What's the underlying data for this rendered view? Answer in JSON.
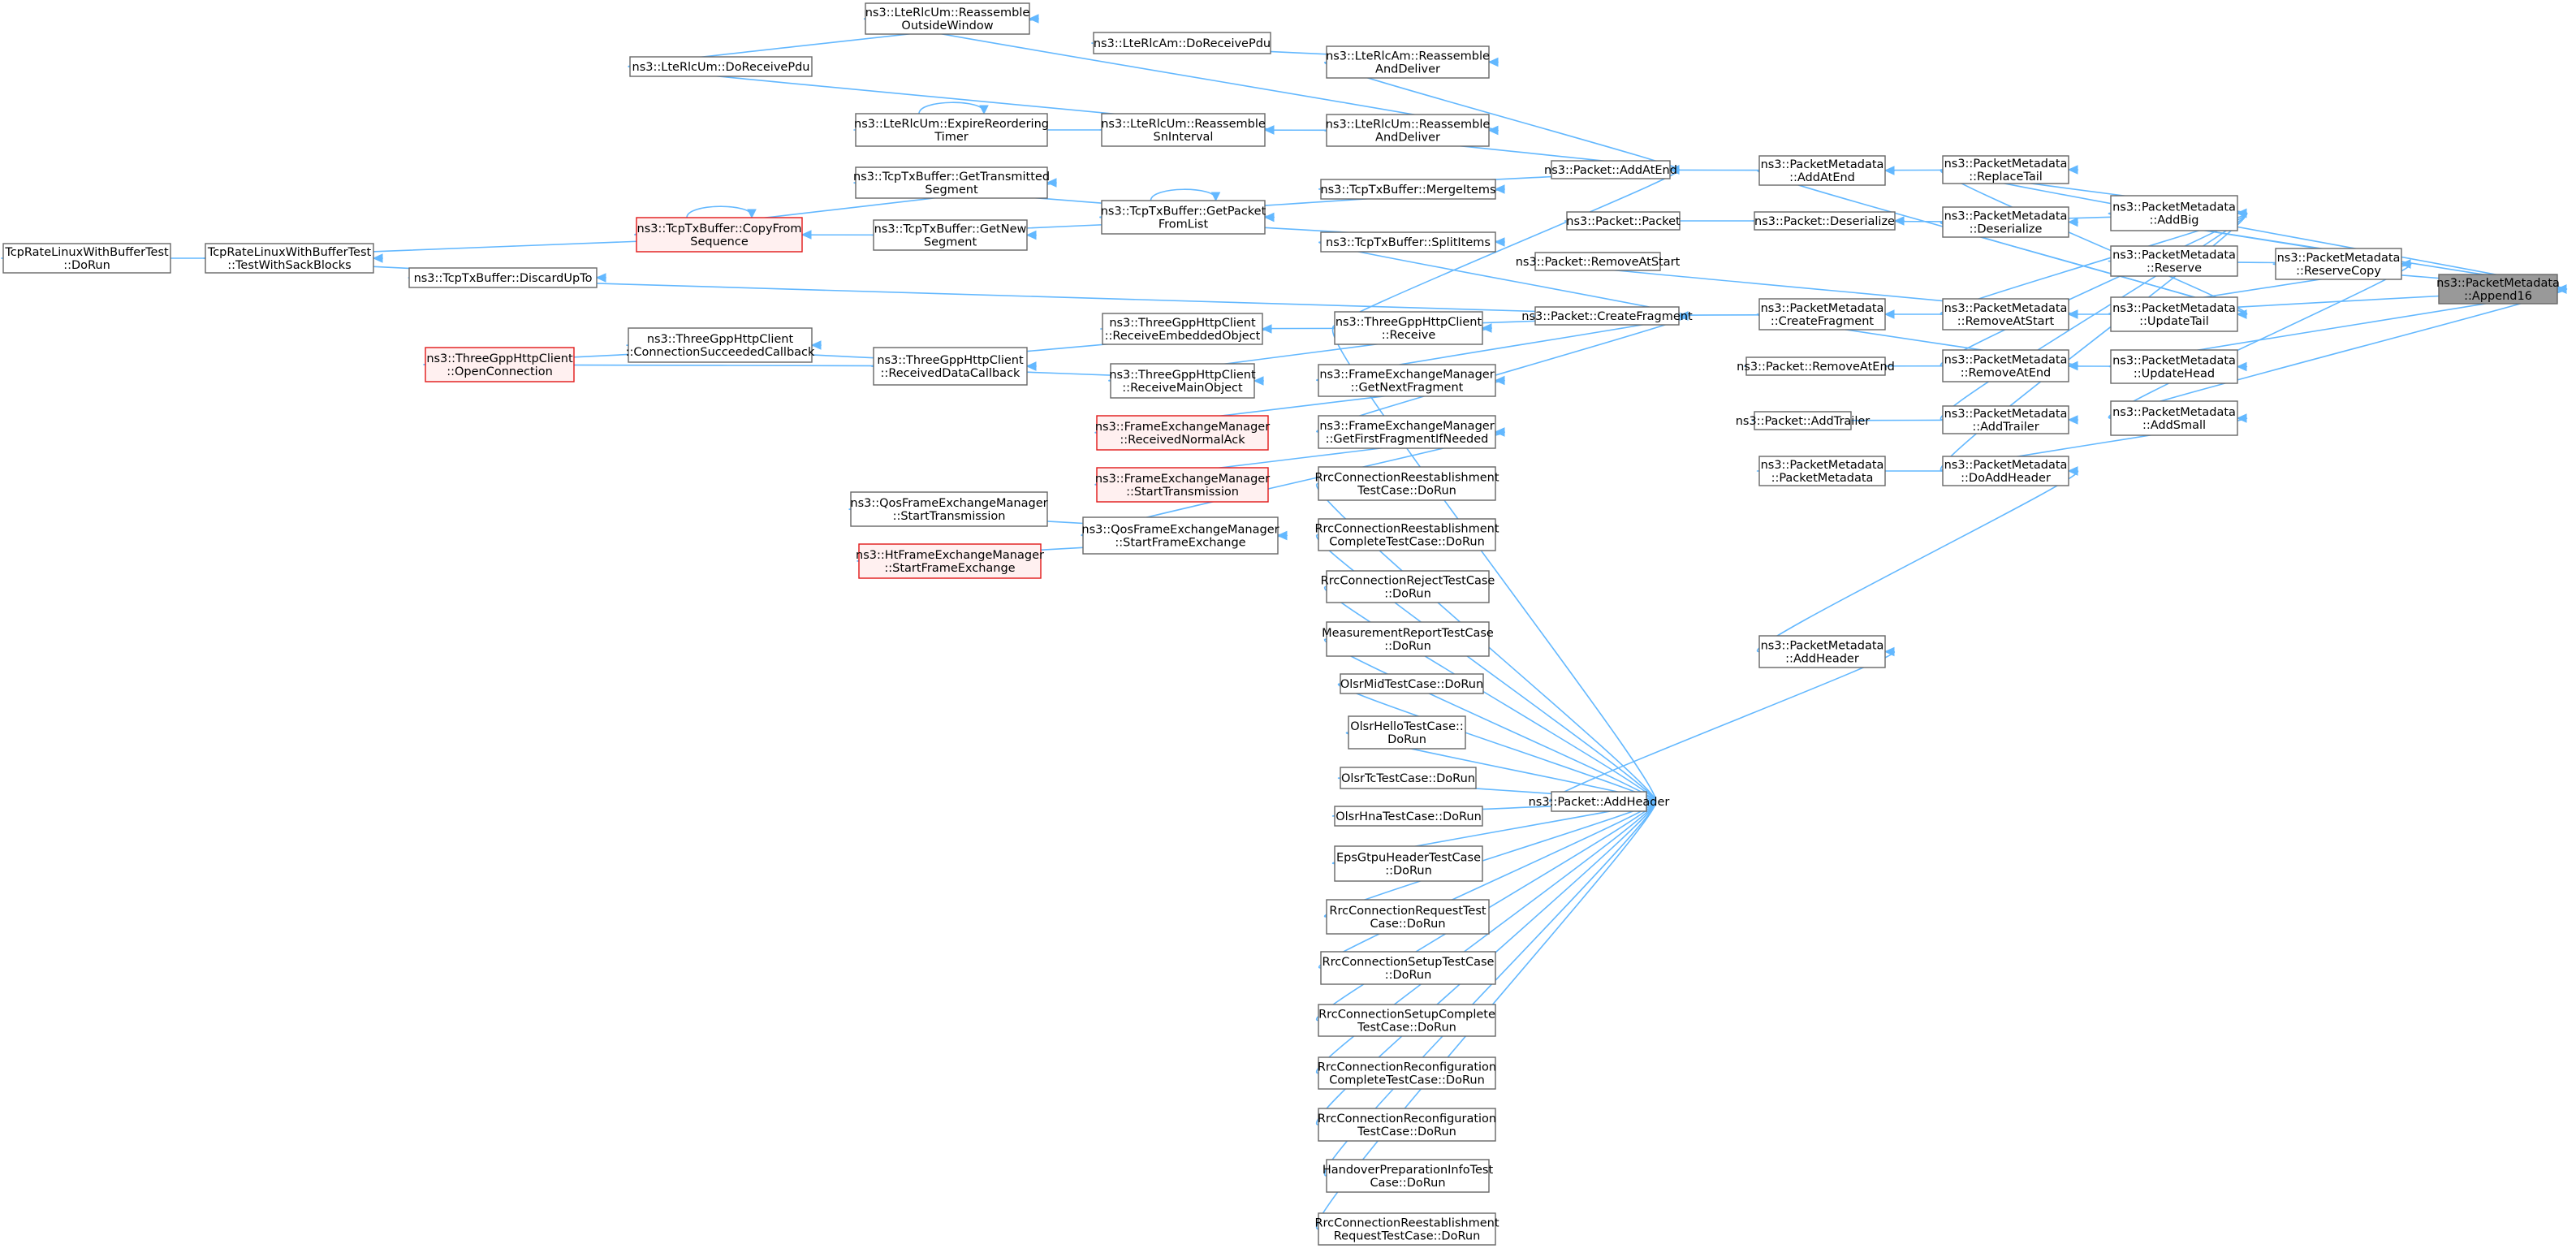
{
  "colors": {
    "edge": "#63b8ff",
    "border": "#666666",
    "red_border": "#e01818",
    "red_fill": "#fff0f0",
    "current_fill": "#999999"
  },
  "nodes": [
    {
      "id": "append16",
      "l1": "ns3::PacketMetadata",
      "l2": "::Append16",
      "style": "current"
    },
    {
      "id": "replacetail",
      "l1": "ns3::PacketMetadata",
      "l2": "::ReplaceTail"
    },
    {
      "id": "addbig",
      "l1": "ns3::PacketMetadata",
      "l2": "::AddBig"
    },
    {
      "id": "reservecopy",
      "l1": "ns3::PacketMetadata",
      "l2": "::ReserveCopy"
    },
    {
      "id": "reserve",
      "l1": "ns3::PacketMetadata",
      "l2": "::Reserve"
    },
    {
      "id": "updatetail",
      "l1": "ns3::PacketMetadata",
      "l2": "::UpdateTail"
    },
    {
      "id": "updatehead",
      "l1": "ns3::PacketMetadata",
      "l2": "::UpdateHead"
    },
    {
      "id": "addsmall",
      "l1": "ns3::PacketMetadata",
      "l2": "::AddSmall"
    },
    {
      "id": "pm_addatend",
      "l1": "ns3::PacketMetadata",
      "l2": "::AddAtEnd"
    },
    {
      "id": "pm_deserialize",
      "l1": "ns3::PacketMetadata",
      "l2": "::Deserialize"
    },
    {
      "id": "removeatstart",
      "l1": "ns3::PacketMetadata",
      "l2": "::RemoveAtStart"
    },
    {
      "id": "removeatend",
      "l1": "ns3::PacketMetadata",
      "l2": "::RemoveAtEnd"
    },
    {
      "id": "pm_addtrailer",
      "l1": "ns3::PacketMetadata",
      "l2": "::AddTrailer"
    },
    {
      "id": "doaddheader",
      "l1": "ns3::PacketMetadata",
      "l2": "::DoAddHeader"
    },
    {
      "id": "pm_createfragment",
      "l1": "ns3::PacketMetadata",
      "l2": "::CreateFragment"
    },
    {
      "id": "pm_packetmetadata",
      "l1": "ns3::PacketMetadata",
      "l2": "::PacketMetadata"
    },
    {
      "id": "pm_addheader",
      "l1": "ns3::PacketMetadata",
      "l2": "::AddHeader"
    },
    {
      "id": "p_addatend",
      "l1": "ns3::Packet::AddAtEnd",
      "l2": ""
    },
    {
      "id": "p_packet",
      "l1": "ns3::Packet::Packet",
      "l2": ""
    },
    {
      "id": "p_deserialize",
      "l1": "ns3::Packet::Deserialize",
      "l2": ""
    },
    {
      "id": "p_removeatstart",
      "l1": "ns3::Packet::RemoveAtStart",
      "l2": ""
    },
    {
      "id": "p_createfragment",
      "l1": "ns3::Packet::CreateFragment",
      "l2": ""
    },
    {
      "id": "p_removeatend",
      "l1": "ns3::Packet::RemoveAtEnd",
      "l2": ""
    },
    {
      "id": "p_addtrailer",
      "l1": "ns3::Packet::AddTrailer",
      "l2": ""
    },
    {
      "id": "p_addheader",
      "l1": "ns3::Packet::AddHeader",
      "l2": ""
    },
    {
      "id": "rlcam_reassemble",
      "l1": "ns3::LteRlcAm::Reassemble",
      "l2": "AndDeliver"
    },
    {
      "id": "rlcum_reassemble",
      "l1": "ns3::LteRlcUm::Reassemble",
      "l2": "AndDeliver"
    },
    {
      "id": "rlcam_doreceive",
      "l1": "ns3::LteRlcAm::DoReceivePdu",
      "l2": ""
    },
    {
      "id": "rlcum_outside",
      "l1": "ns3::LteRlcUm::Reassemble",
      "l2": "OutsideWindow"
    },
    {
      "id": "rlcum_doreceive",
      "l1": "ns3::LteRlcUm::DoReceivePdu",
      "l2": ""
    },
    {
      "id": "rlcum_expire",
      "l1": "ns3::LteRlcUm::ExpireReordering",
      "l2": "Timer"
    },
    {
      "id": "rlcum_sninterval",
      "l1": "ns3::LteRlcUm::Reassemble",
      "l2": "SnInterval"
    },
    {
      "id": "tcp_mergeitems",
      "l1": "ns3::TcpTxBuffer::MergeItems",
      "l2": ""
    },
    {
      "id": "tcp_splititems",
      "l1": "ns3::TcpTxBuffer::SplitItems",
      "l2": ""
    },
    {
      "id": "tcp_getpacket",
      "l1": "ns3::TcpTxBuffer::GetPacket",
      "l2": "FromList"
    },
    {
      "id": "tcp_gettransmitted",
      "l1": "ns3::TcpTxBuffer::GetTransmitted",
      "l2": "Segment"
    },
    {
      "id": "tcp_getnew",
      "l1": "ns3::TcpTxBuffer::GetNew",
      "l2": "Segment"
    },
    {
      "id": "tcp_copyfrom",
      "l1": "ns3::TcpTxBuffer::CopyFrom",
      "l2": "Sequence",
      "style": "red"
    },
    {
      "id": "tcp_discard",
      "l1": "ns3::TcpTxBuffer::DiscardUpTo",
      "l2": ""
    },
    {
      "id": "tcprate_sack",
      "l1": "TcpRateLinuxWithBufferTest",
      "l2": "::TestWithSackBlocks"
    },
    {
      "id": "tcprate_dorun",
      "l1": "TcpRateLinuxWithBufferTest",
      "l2": "::DoRun"
    },
    {
      "id": "http_receive",
      "l1": "ns3::ThreeGppHttpClient",
      "l2": "::Receive"
    },
    {
      "id": "http_embedded",
      "l1": "ns3::ThreeGppHttpClient",
      "l2": "::ReceiveEmbeddedObject"
    },
    {
      "id": "http_main",
      "l1": "ns3::ThreeGppHttpClient",
      "l2": "::ReceiveMainObject"
    },
    {
      "id": "http_datacb",
      "l1": "ns3::ThreeGppHttpClient",
      "l2": "::ReceivedDataCallback"
    },
    {
      "id": "http_connsucc",
      "l1": "ns3::ThreeGppHttpClient",
      "l2": "::ConnectionSucceededCallback"
    },
    {
      "id": "http_open",
      "l1": "ns3::ThreeGppHttpClient",
      "l2": "::OpenConnection",
      "style": "red"
    },
    {
      "id": "fem_getnext",
      "l1": "ns3::FrameExchangeManager",
      "l2": "::GetNextFragment"
    },
    {
      "id": "fem_getfirst",
      "l1": "ns3::FrameExchangeManager",
      "l2": "::GetFirstFragmentIfNeeded"
    },
    {
      "id": "fem_normalack",
      "l1": "ns3::FrameExchangeManager",
      "l2": "::ReceivedNormalAck",
      "style": "red"
    },
    {
      "id": "fem_starttx",
      "l1": "ns3::FrameExchangeManager",
      "l2": "::StartTransmission",
      "style": "red"
    },
    {
      "id": "qos_startfe",
      "l1": "ns3::QosFrameExchangeManager",
      "l2": "::StartFrameExchange"
    },
    {
      "id": "qos_starttx",
      "l1": "ns3::QosFrameExchangeManager",
      "l2": "::StartTransmission"
    },
    {
      "id": "ht_startfe",
      "l1": "ns3::HtFrameExchangeManager",
      "l2": "::StartFrameExchange",
      "style": "red"
    },
    {
      "id": "t1",
      "l1": "RrcConnectionReestablishment",
      "l2": "TestCase::DoRun"
    },
    {
      "id": "t2",
      "l1": "RrcConnectionReestablishment",
      "l2": "CompleteTestCase::DoRun"
    },
    {
      "id": "t3",
      "l1": "RrcConnectionRejectTestCase",
      "l2": "::DoRun"
    },
    {
      "id": "t4",
      "l1": "MeasurementReportTestCase",
      "l2": "::DoRun"
    },
    {
      "id": "t5",
      "l1": "OlsrMidTestCase::DoRun",
      "l2": ""
    },
    {
      "id": "t6",
      "l1": "OlsrHelloTestCase::",
      "l2": "DoRun"
    },
    {
      "id": "t7",
      "l1": "OlsrTcTestCase::DoRun",
      "l2": ""
    },
    {
      "id": "t8",
      "l1": "OlsrHnaTestCase::DoRun",
      "l2": ""
    },
    {
      "id": "t9",
      "l1": "EpsGtpuHeaderTestCase",
      "l2": "::DoRun"
    },
    {
      "id": "t10",
      "l1": "RrcConnectionRequestTest",
      "l2": "Case::DoRun"
    },
    {
      "id": "t11",
      "l1": "RrcConnectionSetupTestCase",
      "l2": "::DoRun"
    },
    {
      "id": "t12",
      "l1": "RrcConnectionSetupComplete",
      "l2": "TestCase::DoRun"
    },
    {
      "id": "t13",
      "l1": "RrcConnectionReconfiguration",
      "l2": "CompleteTestCase::DoRun"
    },
    {
      "id": "t14",
      "l1": "RrcConnectionReconfiguration",
      "l2": "TestCase::DoRun"
    },
    {
      "id": "t15",
      "l1": "HandoverPreparationInfoTest",
      "l2": "Case::DoRun"
    },
    {
      "id": "t16",
      "l1": "RrcConnectionReestablishment",
      "l2": "RequestTestCase::DoRun"
    }
  ],
  "edges": [
    [
      "replacetail",
      "append16"
    ],
    [
      "addbig",
      "append16"
    ],
    [
      "reservecopy",
      "append16"
    ],
    [
      "updatetail",
      "append16"
    ],
    [
      "updatehead",
      "append16"
    ],
    [
      "addsmall",
      "append16"
    ],
    [
      "reserve",
      "reservecopy"
    ],
    [
      "addbig",
      "reservecopy"
    ],
    [
      "updatetail",
      "reservecopy"
    ],
    [
      "addsmall",
      "reservecopy"
    ],
    [
      "pm_addatend",
      "replacetail"
    ],
    [
      "pm_addatend",
      "updatetail"
    ],
    [
      "replacetail",
      "addbig"
    ],
    [
      "pm_deserialize",
      "addbig"
    ],
    [
      "removeatstart",
      "addbig"
    ],
    [
      "removeatend",
      "addbig"
    ],
    [
      "pm_addtrailer",
      "addbig"
    ],
    [
      "doaddheader",
      "addbig"
    ],
    [
      "pm_deserialize",
      "updatetail"
    ],
    [
      "removeatstart",
      "updatetail"
    ],
    [
      "replacetail",
      "updatetail"
    ],
    [
      "removeatend",
      "updatehead"
    ],
    [
      "doaddheader",
      "addsmall"
    ],
    [
      "p_addatend",
      "pm_addatend"
    ],
    [
      "p_deserialize",
      "pm_deserialize"
    ],
    [
      "p_packet",
      "p_deserialize"
    ],
    [
      "p_removeatstart",
      "removeatstart"
    ],
    [
      "pm_createfragment",
      "removeatstart"
    ],
    [
      "pm_createfragment",
      "removeatend"
    ],
    [
      "p_createfragment",
      "pm_createfragment"
    ],
    [
      "p_removeatend",
      "removeatend"
    ],
    [
      "p_addtrailer",
      "pm_addtrailer"
    ],
    [
      "pm_packetmetadata",
      "doaddheader"
    ],
    [
      "pm_addheader",
      "doaddheader"
    ],
    [
      "p_addheader",
      "pm_addheader"
    ],
    [
      "rlcam_reassemble",
      "p_addatend"
    ],
    [
      "rlcum_reassemble",
      "p_addatend"
    ],
    [
      "tcp_mergeitems",
      "p_addatend"
    ],
    [
      "http_receive",
      "p_addatend"
    ],
    [
      "rlcam_doreceive",
      "rlcam_reassemble"
    ],
    [
      "rlcum_outside",
      "rlcum_reassemble"
    ],
    [
      "rlcum_sninterval",
      "rlcum_reassemble"
    ],
    [
      "rlcum_doreceive",
      "rlcum_outside"
    ],
    [
      "rlcum_doreceive",
      "rlcum_sninterval"
    ],
    [
      "rlcum_expire",
      "rlcum_sninterval"
    ],
    [
      "rlcum_expire",
      "rlcum_expire"
    ],
    [
      "tcp_splititems",
      "p_createfragment"
    ],
    [
      "tcp_discard",
      "p_createfragment"
    ],
    [
      "http_receive",
      "p_createfragment"
    ],
    [
      "fem_getnext",
      "p_createfragment"
    ],
    [
      "fem_getfirst",
      "p_createfragment"
    ],
    [
      "tcp_getpacket",
      "tcp_mergeitems"
    ],
    [
      "tcp_getpacket",
      "tcp_splititems"
    ],
    [
      "tcp_getpacket",
      "tcp_getpacket"
    ],
    [
      "tcp_gettransmitted",
      "tcp_getpacket"
    ],
    [
      "tcp_getnew",
      "tcp_getpacket"
    ],
    [
      "tcp_copyfrom",
      "tcp_gettransmitted"
    ],
    [
      "tcp_copyfrom",
      "tcp_getnew"
    ],
    [
      "tcp_copyfrom",
      "tcp_copyfrom"
    ],
    [
      "tcprate_sack",
      "tcp_copyfrom"
    ],
    [
      "tcprate_sack",
      "tcp_discard"
    ],
    [
      "tcprate_dorun",
      "tcprate_sack"
    ],
    [
      "http_embedded",
      "http_receive"
    ],
    [
      "http_main",
      "http_receive"
    ],
    [
      "http_datacb",
      "http_embedded"
    ],
    [
      "http_datacb",
      "http_main"
    ],
    [
      "http_connsucc",
      "http_datacb"
    ],
    [
      "http_open",
      "http_datacb"
    ],
    [
      "http_open",
      "http_connsucc"
    ],
    [
      "fem_normalack",
      "fem_getnext"
    ],
    [
      "fem_starttx",
      "fem_getfirst"
    ],
    [
      "qos_startfe",
      "fem_getfirst"
    ],
    [
      "qos_starttx",
      "qos_startfe"
    ],
    [
      "ht_startfe",
      "qos_startfe"
    ],
    [
      "http_receive",
      "p_addheader"
    ],
    [
      "t1",
      "p_addheader"
    ],
    [
      "t2",
      "p_addheader"
    ],
    [
      "t3",
      "p_addheader"
    ],
    [
      "t4",
      "p_addheader"
    ],
    [
      "t5",
      "p_addheader"
    ],
    [
      "t6",
      "p_addheader"
    ],
    [
      "t7",
      "p_addheader"
    ],
    [
      "t8",
      "p_addheader"
    ],
    [
      "t9",
      "p_addheader"
    ],
    [
      "t10",
      "p_addheader"
    ],
    [
      "t11",
      "p_addheader"
    ],
    [
      "t12",
      "p_addheader"
    ],
    [
      "t13",
      "p_addheader"
    ],
    [
      "t14",
      "p_addheader"
    ],
    [
      "t15",
      "p_addheader"
    ],
    [
      "t16",
      "p_addheader"
    ]
  ]
}
